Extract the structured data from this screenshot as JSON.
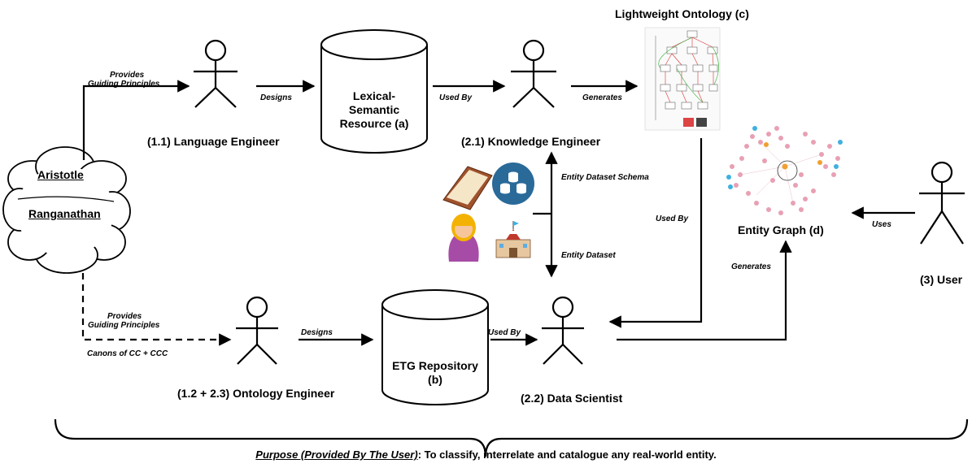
{
  "thinkers": {
    "aristotle": "Aristotle",
    "ranganathan": "Ranganathan"
  },
  "roles": {
    "language_engineer": "(1.1) Language Engineer",
    "knowledge_engineer": "(2.1) Knowledge Engineer",
    "ontology_engineer": "(1.2 + 2.3) Ontology Engineer",
    "data_scientist": "(2.2) Data Scientist",
    "user": "(3) User"
  },
  "resources": {
    "lexical_line1": "Lexical-",
    "lexical_line2": "Semantic",
    "lexical_line3": "Resource (a)",
    "etg_line1": "ETG Repository",
    "etg_line2": "(b)",
    "lightweight_ontology": "Lightweight Ontology (c)",
    "entity_graph": "Entity Graph (d)"
  },
  "edges": {
    "provides_top_1": "Provides",
    "provides_top_2": "Guiding Principles",
    "designs_top": "Designs",
    "used_by_top": "Used By",
    "generates_top": "Generates",
    "entity_dataset_schema": "Entity Dataset Schema",
    "entity_dataset": "Entity Dataset",
    "used_by_right": "Used By",
    "uses": "Uses",
    "generates_bottom": "Generates",
    "provides_bottom_1": "Provides",
    "provides_bottom_2": "Guiding Principles",
    "canons": "Canons of CC + CCC",
    "designs_bottom": "Designs",
    "used_by_bottom": "Used By"
  },
  "footer": {
    "purpose_label": "Purpose (Provided By The User)",
    "purpose_text": ": To classify, interrelate and catalogue any real-world entity."
  },
  "icons": [
    "book-icon",
    "database-icon",
    "person-icon",
    "school-icon",
    "stick-figure-icon"
  ],
  "colors": {
    "line": "#000000",
    "node_pink": "#e8a0b4",
    "node_blue": "#3fb0e0",
    "node_orange": "#f0a030",
    "db_blue": "#2a6a99",
    "book_brown": "#a0522d"
  }
}
